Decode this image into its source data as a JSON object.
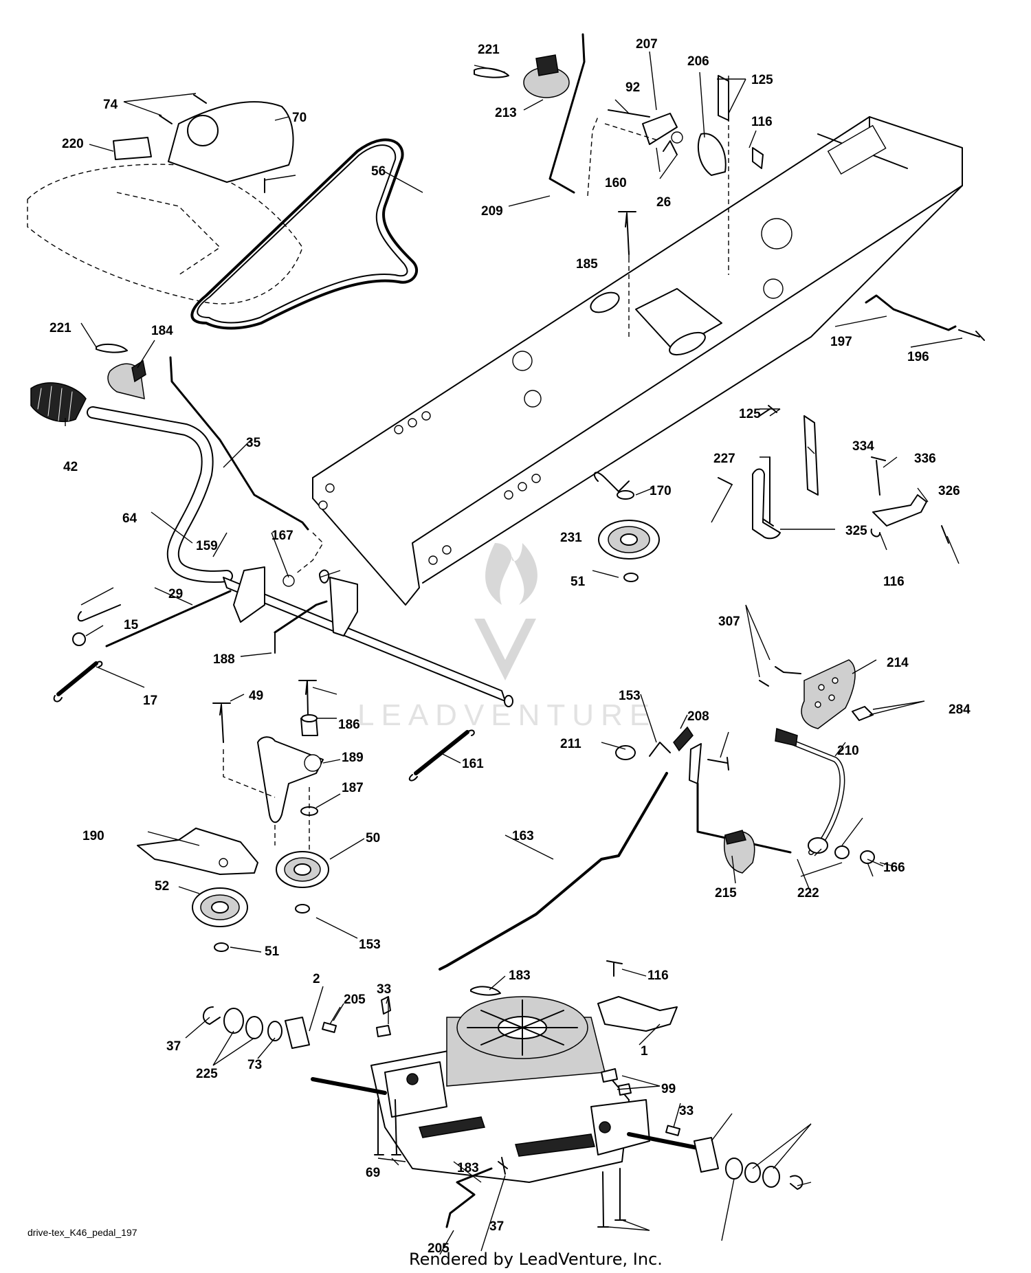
{
  "diagram": {
    "caption": "drive-tex_K46_pedal_197",
    "footer": "Rendered by LeadVenture, Inc.",
    "watermark": "LEADVENTURE"
  },
  "callouts": [
    "221",
    "213",
    "92",
    "207",
    "206",
    "125",
    "116",
    "74",
    "70",
    "220",
    "56",
    "209",
    "160",
    "26",
    "185",
    "197",
    "196",
    "221",
    "184",
    "42",
    "35",
    "64",
    "159",
    "167",
    "29",
    "15",
    "17",
    "188",
    "125",
    "334",
    "227",
    "336",
    "326",
    "170",
    "231",
    "51",
    "325",
    "116",
    "307",
    "214",
    "284",
    "153",
    "208",
    "211",
    "210",
    "161",
    "49",
    "186",
    "189",
    "187",
    "190",
    "50",
    "163",
    "215",
    "222",
    "166",
    "52",
    "51",
    "153",
    "183",
    "116",
    "2",
    "33",
    "205",
    "37",
    "225",
    "73",
    "1",
    "99",
    "69",
    "183",
    "205",
    "37",
    "33"
  ]
}
